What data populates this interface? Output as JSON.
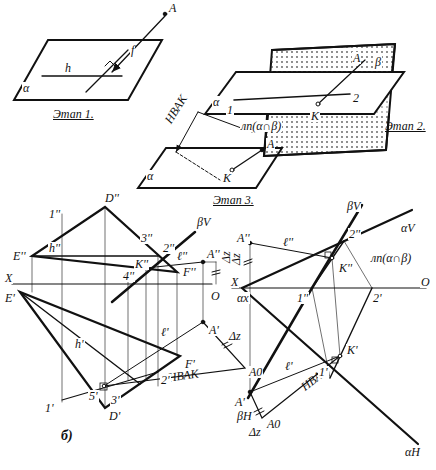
{
  "diagram": {
    "labels": [
      "A",
      "α",
      "h",
      "f",
      "Этап 1.",
      "A",
      "β",
      "α",
      "1",
      "K",
      "2",
      "лп(α∩β)",
      "Этап 2.",
      "A",
      "НВАК",
      "α",
      "K",
      "Этап 3.",
      "1''",
      "D''",
      "βV",
      "E''",
      "h''",
      "3''",
      "2''",
      "ℓ''",
      "A''",
      "K''",
      "4''",
      "F''",
      "Δz",
      "X",
      "E'",
      "O",
      "A'",
      "ℓ'",
      "Δz",
      "A0",
      "h'",
      "НВАК",
      "1'",
      "5'",
      "3'",
      "2'",
      "F'",
      "D'",
      "б)",
      "βV",
      "αV",
      "A''",
      "ℓ''",
      "2''",
      "лп(α∩β)",
      "Δz",
      "K''",
      "X",
      "αx",
      "1''",
      "2'",
      "O",
      "ℓ'",
      "K'",
      "НВАК",
      "1'",
      "A'",
      "βH",
      "Δz",
      "A0",
      "αH"
    ]
  }
}
